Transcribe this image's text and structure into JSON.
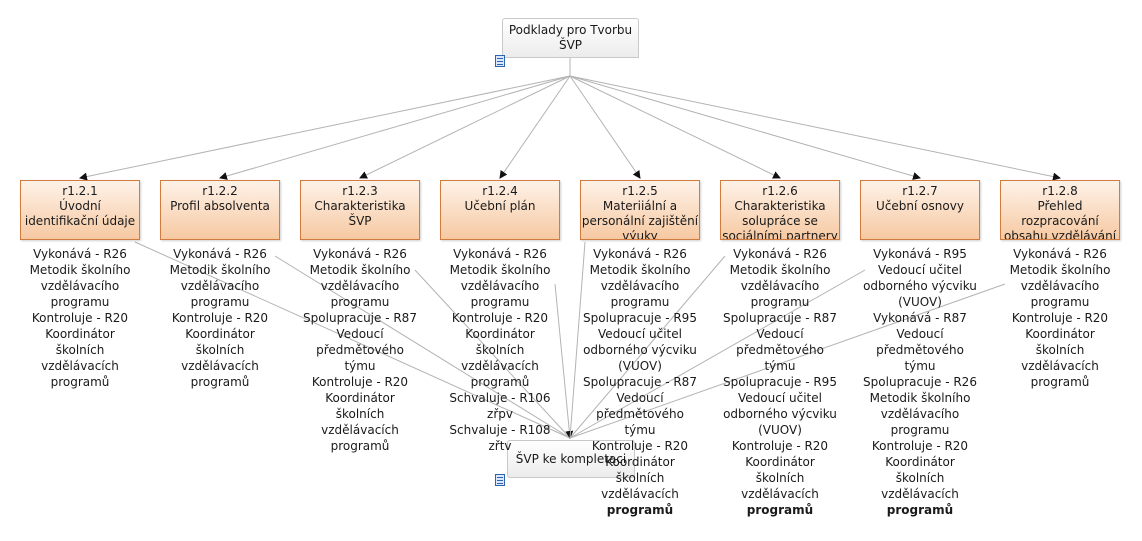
{
  "top_document": {
    "label_line1": "Podklady pro Tvorbu",
    "label_line2": "ŠVP"
  },
  "bottom_document": {
    "label": "ŠVP ke kompletaci"
  },
  "processes": [
    {
      "id": "r1.2.1",
      "title": "Úvodní identifikační údaje",
      "roles": [
        "Vykonává - R26",
        "Metodik školního",
        "vzdělávacího",
        "programu",
        "Kontroluje - R20",
        "Koordinátor",
        "školních",
        "vzdělávacích",
        "programů"
      ]
    },
    {
      "id": "r1.2.2",
      "title": "Profil absolventa",
      "roles": [
        "Vykonává - R26",
        "Metodik školního",
        "vzdělávacího",
        "programu",
        "Kontroluje - R20",
        "Koordinátor",
        "školních",
        "vzdělávacích",
        "programů"
      ]
    },
    {
      "id": "r1.2.3",
      "title": "Charakteristika ŠVP",
      "roles": [
        "Vykonává - R26",
        "Metodik školního",
        "vzdělávacího",
        "programu",
        "Spolupracuje - R87",
        "Vedoucí",
        "předmětového",
        "týmu",
        "Kontroluje - R20",
        "Koordinátor",
        "školních",
        "vzdělávacích",
        "programů"
      ]
    },
    {
      "id": "r1.2.4",
      "title": "Učební plán",
      "roles": [
        "Vykonává - R26",
        "Metodik školního",
        "vzdělávacího",
        "programu",
        "Kontroluje - R20",
        "Koordinátor",
        "školních",
        "vzdělávacích",
        "programů",
        "Schvaluje - R106",
        "zřpv",
        "Schvaluje - R108",
        "zřtv"
      ]
    },
    {
      "id": "r1.2.5",
      "title": "Materiiální a personální zajištění výuky",
      "roles": [
        "Vykonává - R26",
        "Metodik školního",
        "vzdělávacího",
        "programu",
        "Spolupracuje - R95",
        "Vedoucí učitel",
        "odborného výcviku",
        "(VUOV)",
        "Spolupracuje - R87",
        "Vedoucí",
        "předmětového",
        "týmu",
        "Kontroluje - R20",
        "Koordinátor",
        "školních",
        "vzdělávacích",
        "programů"
      ]
    },
    {
      "id": "r1.2.6",
      "title": "Charakteristika solupráce se sociálními partnery",
      "roles": [
        "Vykonává - R26",
        "Metodik školního",
        "vzdělávacího",
        "programu",
        "Spolupracuje - R87",
        "Vedoucí",
        "předmětového",
        "týmu",
        "Spolupracuje - R95",
        "Vedoucí učitel",
        "odborného výcviku",
        "(VUOV)",
        "Kontroluje - R20",
        "Koordinátor",
        "školních",
        "vzdělávacích",
        "programů"
      ]
    },
    {
      "id": "r1.2.7",
      "title": "Učební osnovy",
      "roles": [
        "Vykonává - R95",
        "Vedoucí učitel",
        "odborného výcviku",
        "(VUOV)",
        "Vykonává - R87",
        "Vedoucí",
        "předmětového",
        "týmu",
        "Spolupracuje - R26",
        "Metodik školního",
        "vzdělávacího",
        "programu",
        "Kontroluje - R20",
        "Koordinátor",
        "školních",
        "vzdělávacích",
        "programů"
      ]
    },
    {
      "id": "r1.2.8",
      "title": "Přehled rozpracování obsahu vzdělávání v RVP do ŠVP",
      "roles": [
        "Vykonává - R26",
        "Metodik školního",
        "vzdělávacího",
        "programu",
        "Kontroluje - R20",
        "Koordinátor",
        "školních",
        "vzdělávacích",
        "programů"
      ]
    }
  ]
}
